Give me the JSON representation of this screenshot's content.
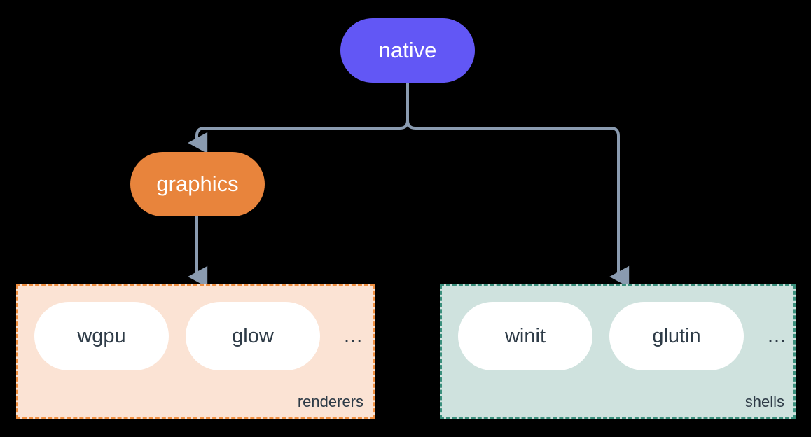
{
  "diagram": {
    "type": "flow-tree",
    "background": "#000000",
    "edge_color": "#8a9bb0",
    "nodes": {
      "root": {
        "label": "native",
        "color": "#6257f5",
        "text_color": "#ffffff",
        "shape": "rounded-pill"
      },
      "graphics": {
        "label": "graphics",
        "color": "#e8843c",
        "text_color": "#ffffff",
        "shape": "rounded-pill"
      }
    },
    "groups": [
      {
        "id": "renderers",
        "label": "renderers",
        "fill": "#fbe3d4",
        "border": "#ef8e3f",
        "border_style": "dashed",
        "items": [
          "wgpu",
          "glow"
        ],
        "overflow": "..."
      },
      {
        "id": "shells",
        "label": "shells",
        "fill": "#cfe2de",
        "border": "#3a8f7c",
        "border_style": "dashed",
        "items": [
          "winit",
          "glutin"
        ],
        "overflow": "..."
      }
    ],
    "edges": [
      {
        "from": "native",
        "to": "graphics",
        "arrow": true
      },
      {
        "from": "native",
        "to": "shells",
        "arrow": true
      },
      {
        "from": "graphics",
        "to": "renderers",
        "arrow": true
      }
    ]
  }
}
